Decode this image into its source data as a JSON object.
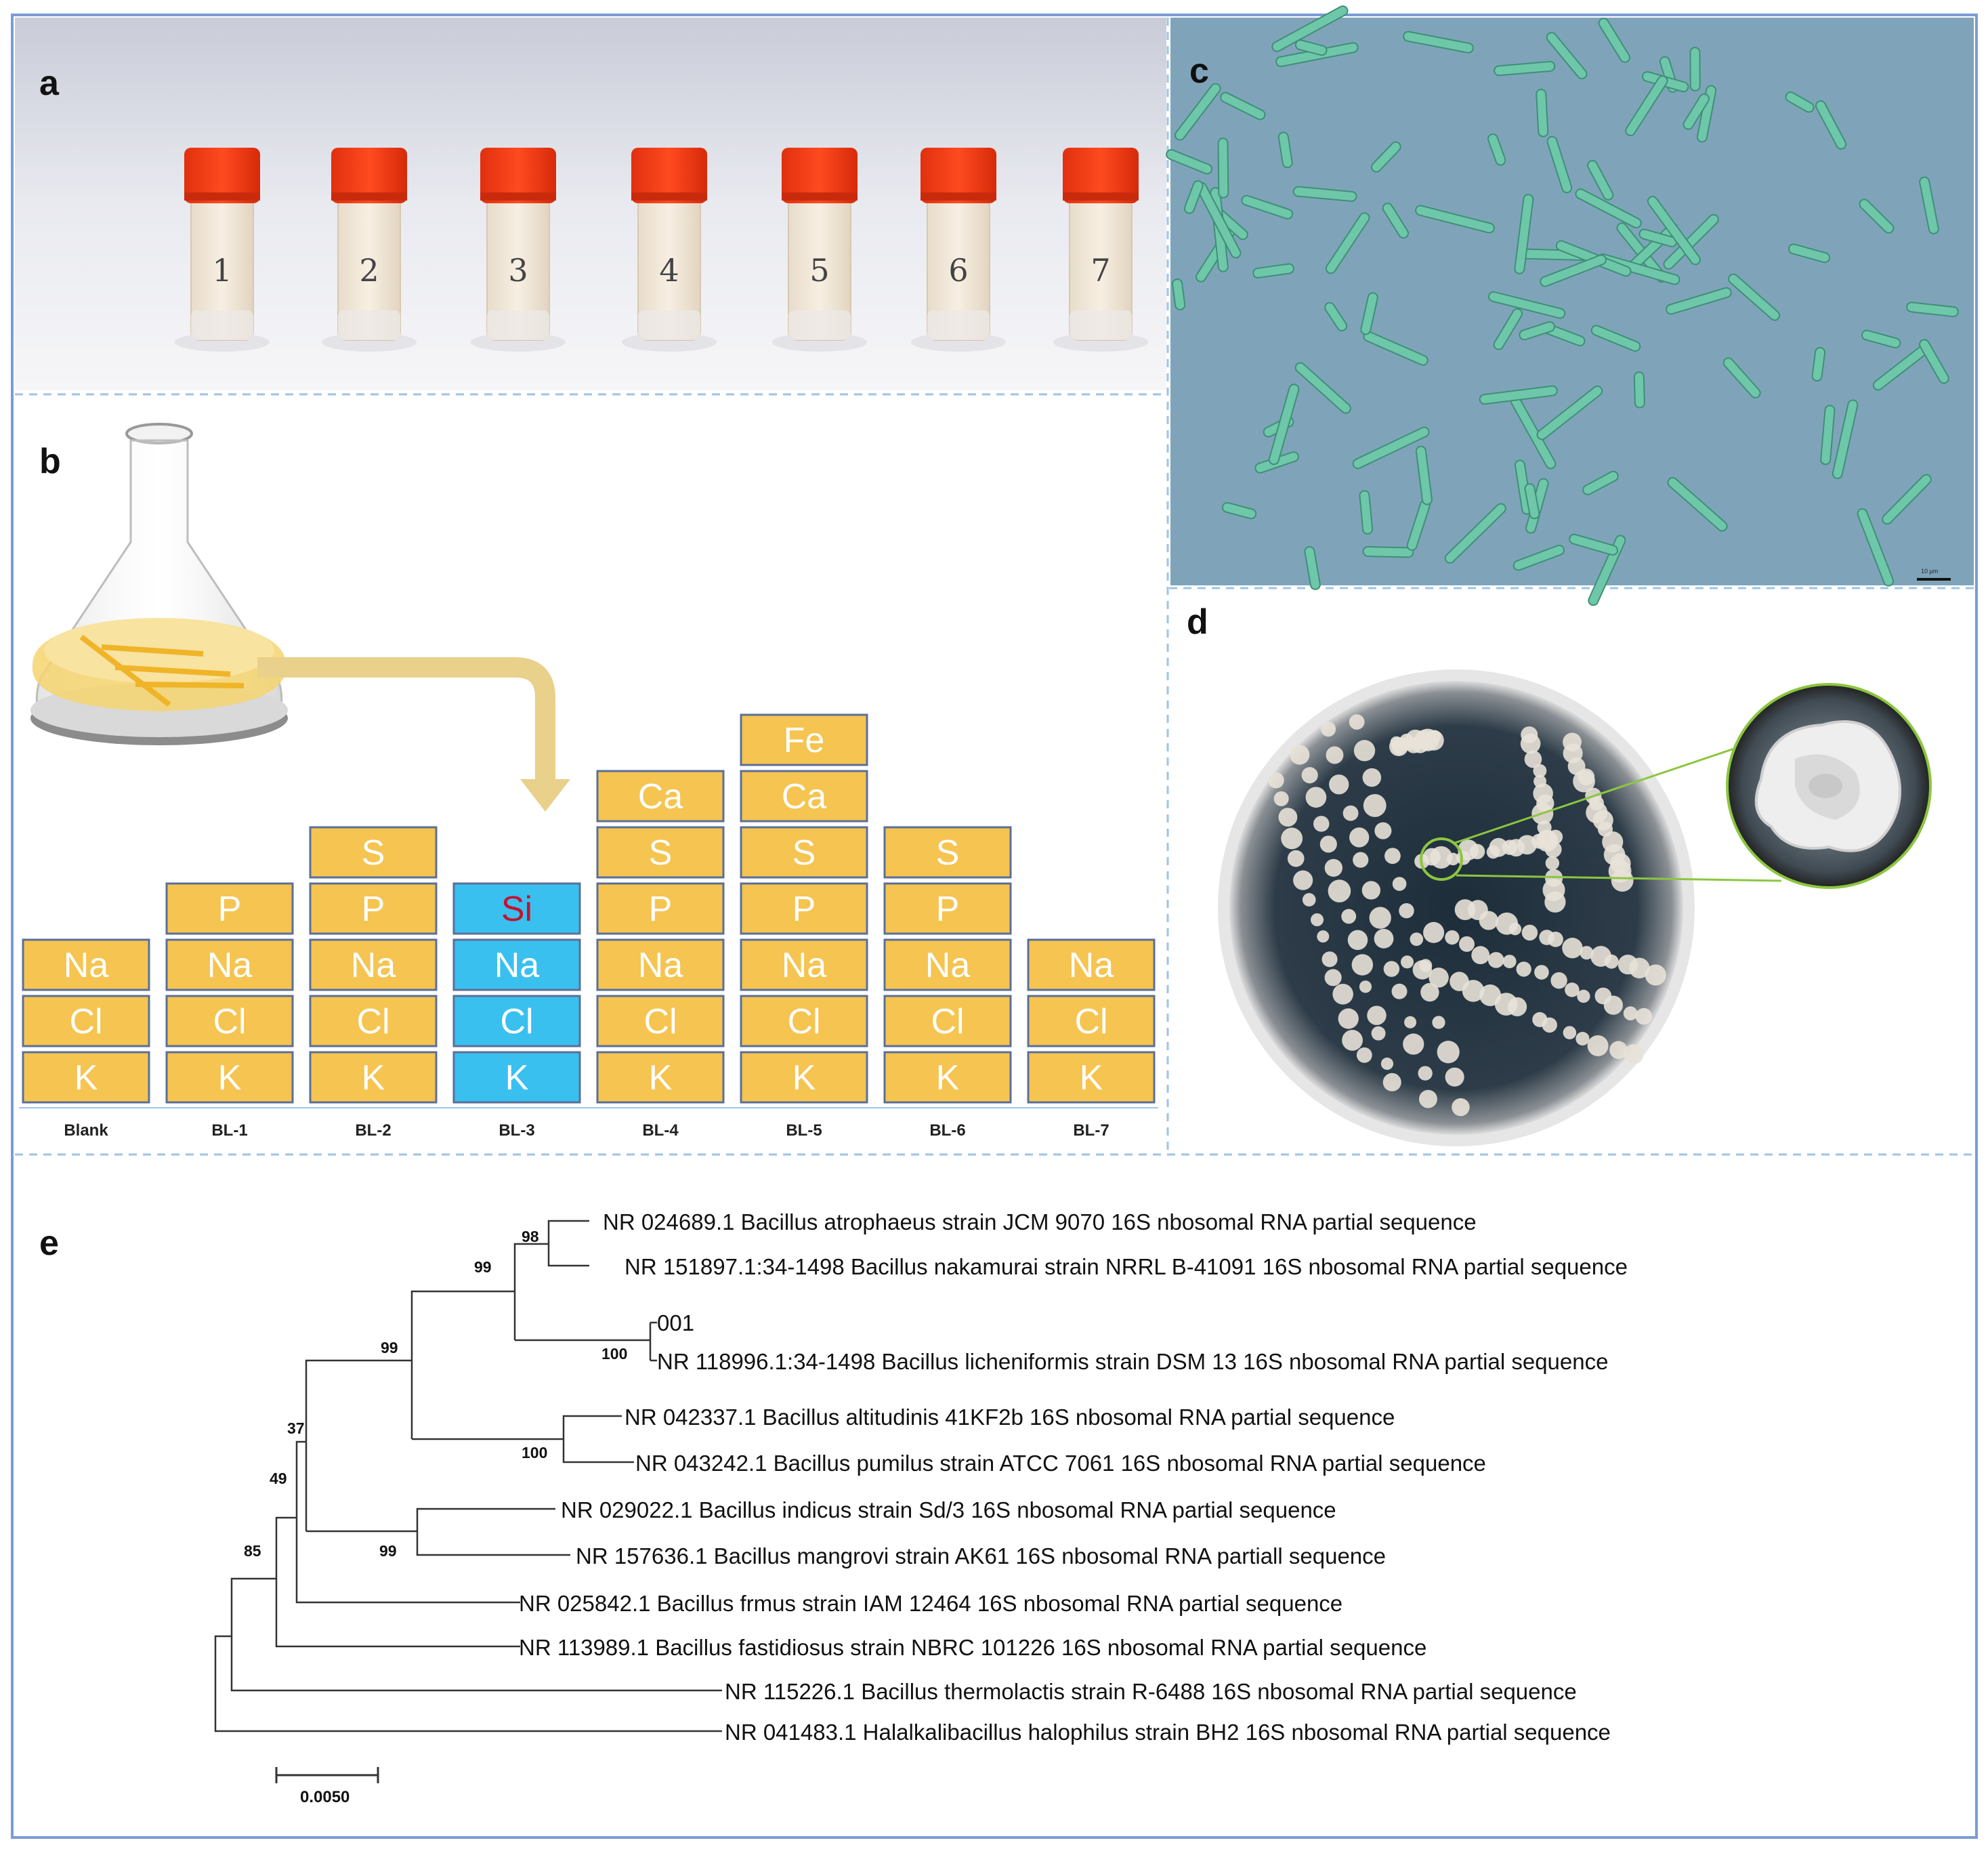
{
  "colors": {
    "block_default": "#f5c451",
    "block_highlight": "#39c0ef",
    "si_text": "#c8102e",
    "bl3_label": "#6ab04c",
    "divider": "#9ec3e6",
    "frame": "#7b9bd6",
    "micro_bg": "#7fa4ba",
    "cap_red": "#f03a15",
    "arrow": "#e9d08b",
    "zoom_line": "#8cc63f"
  },
  "panels": {
    "a": {
      "label": "a",
      "tubes": [
        "1",
        "2",
        "3",
        "4",
        "5",
        "6",
        "7"
      ]
    },
    "b": {
      "label": "b",
      "columns": [
        {
          "name": "Blank",
          "elements": [
            "K",
            "Cl",
            "Na"
          ]
        },
        {
          "name": "BL-1",
          "elements": [
            "K",
            "Cl",
            "Na",
            "P"
          ]
        },
        {
          "name": "BL-2",
          "elements": [
            "K",
            "Cl",
            "Na",
            "P",
            "S"
          ]
        },
        {
          "name": "BL-3",
          "elements": [
            "K",
            "Cl",
            "Na",
            "Si"
          ],
          "highlight": true
        },
        {
          "name": "BL-4",
          "elements": [
            "K",
            "Cl",
            "Na",
            "P",
            "S",
            "Ca"
          ]
        },
        {
          "name": "BL-5",
          "elements": [
            "K",
            "Cl",
            "Na",
            "P",
            "S",
            "Ca",
            "Fe"
          ]
        },
        {
          "name": "BL-6",
          "elements": [
            "K",
            "Cl",
            "Na",
            "P",
            "S"
          ]
        },
        {
          "name": "BL-7",
          "elements": [
            "K",
            "Cl",
            "Na"
          ]
        }
      ]
    },
    "c": {
      "label": "c",
      "scale_text": "10 μm"
    },
    "d": {
      "label": "d"
    },
    "e": {
      "label": "e",
      "taxa": [
        "NR 024689.1 Bacillus atrophaeus strain JCM 9070 16S nbosomal RNA partial sequence",
        "NR 151897.1:34-1498 Bacillus nakamurai strain NRRL B-41091 16S nbosomal RNA partial sequence",
        "001",
        "NR 118996.1:34-1498 Bacillus licheniformis strain DSM 13 16S nbosomal RNA partial sequence",
        "NR 042337.1 Bacillus altitudinis 41KF2b 16S nbosomal RNA partial sequence",
        "NR 043242.1 Bacillus pumilus strain ATCC 7061 16S nbosomal RNA partial sequence",
        "NR 029022.1 Bacillus indicus strain Sd/3 16S nbosomal RNA partial sequence",
        "NR 157636.1 Bacillus mangrovi strain AK61 16S nbosomal RNA partiall sequence",
        "NR 025842.1 Bacillus frmus strain IAM 12464 16S nbosomal RNA partial sequence",
        "NR 113989.1 Bacillus fastidiosus strain NBRC 101226 16S nbosomal RNA partial sequence",
        "NR 115226.1 Bacillus thermolactis strain R-6488 16S nbosomal RNA partial sequence",
        "NR 041483.1 Halalkalibacillus halophilus strain BH2 16S nbosomal RNA partial sequence"
      ],
      "bootstrap": [
        "98",
        "99",
        "100",
        "99",
        "100",
        "37",
        "49",
        "99",
        "85"
      ],
      "scale": "0.0050"
    }
  }
}
